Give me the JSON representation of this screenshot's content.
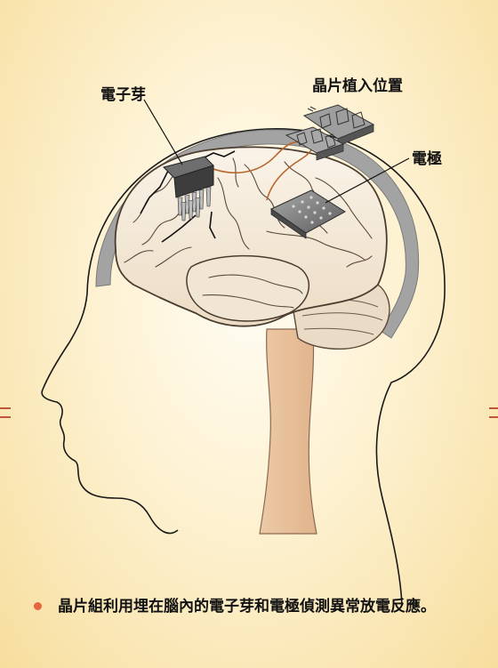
{
  "labels": {
    "chip": "電子芽",
    "implant_site": "晶片植入位置",
    "electrode": "電極"
  },
  "caption": "晶片組利用埋在腦內的電子芽和電極偵測異常放電反應。",
  "colors": {
    "background": "#fdf1d0",
    "brain": "#f4e9d8",
    "brain_outline": "#5a4a3a",
    "skull": "#9a9a9a",
    "brainstem": "#e9c8a6",
    "wire": "#b8642a",
    "bullet": "#e8643c",
    "side_mark": "#c0573a"
  }
}
